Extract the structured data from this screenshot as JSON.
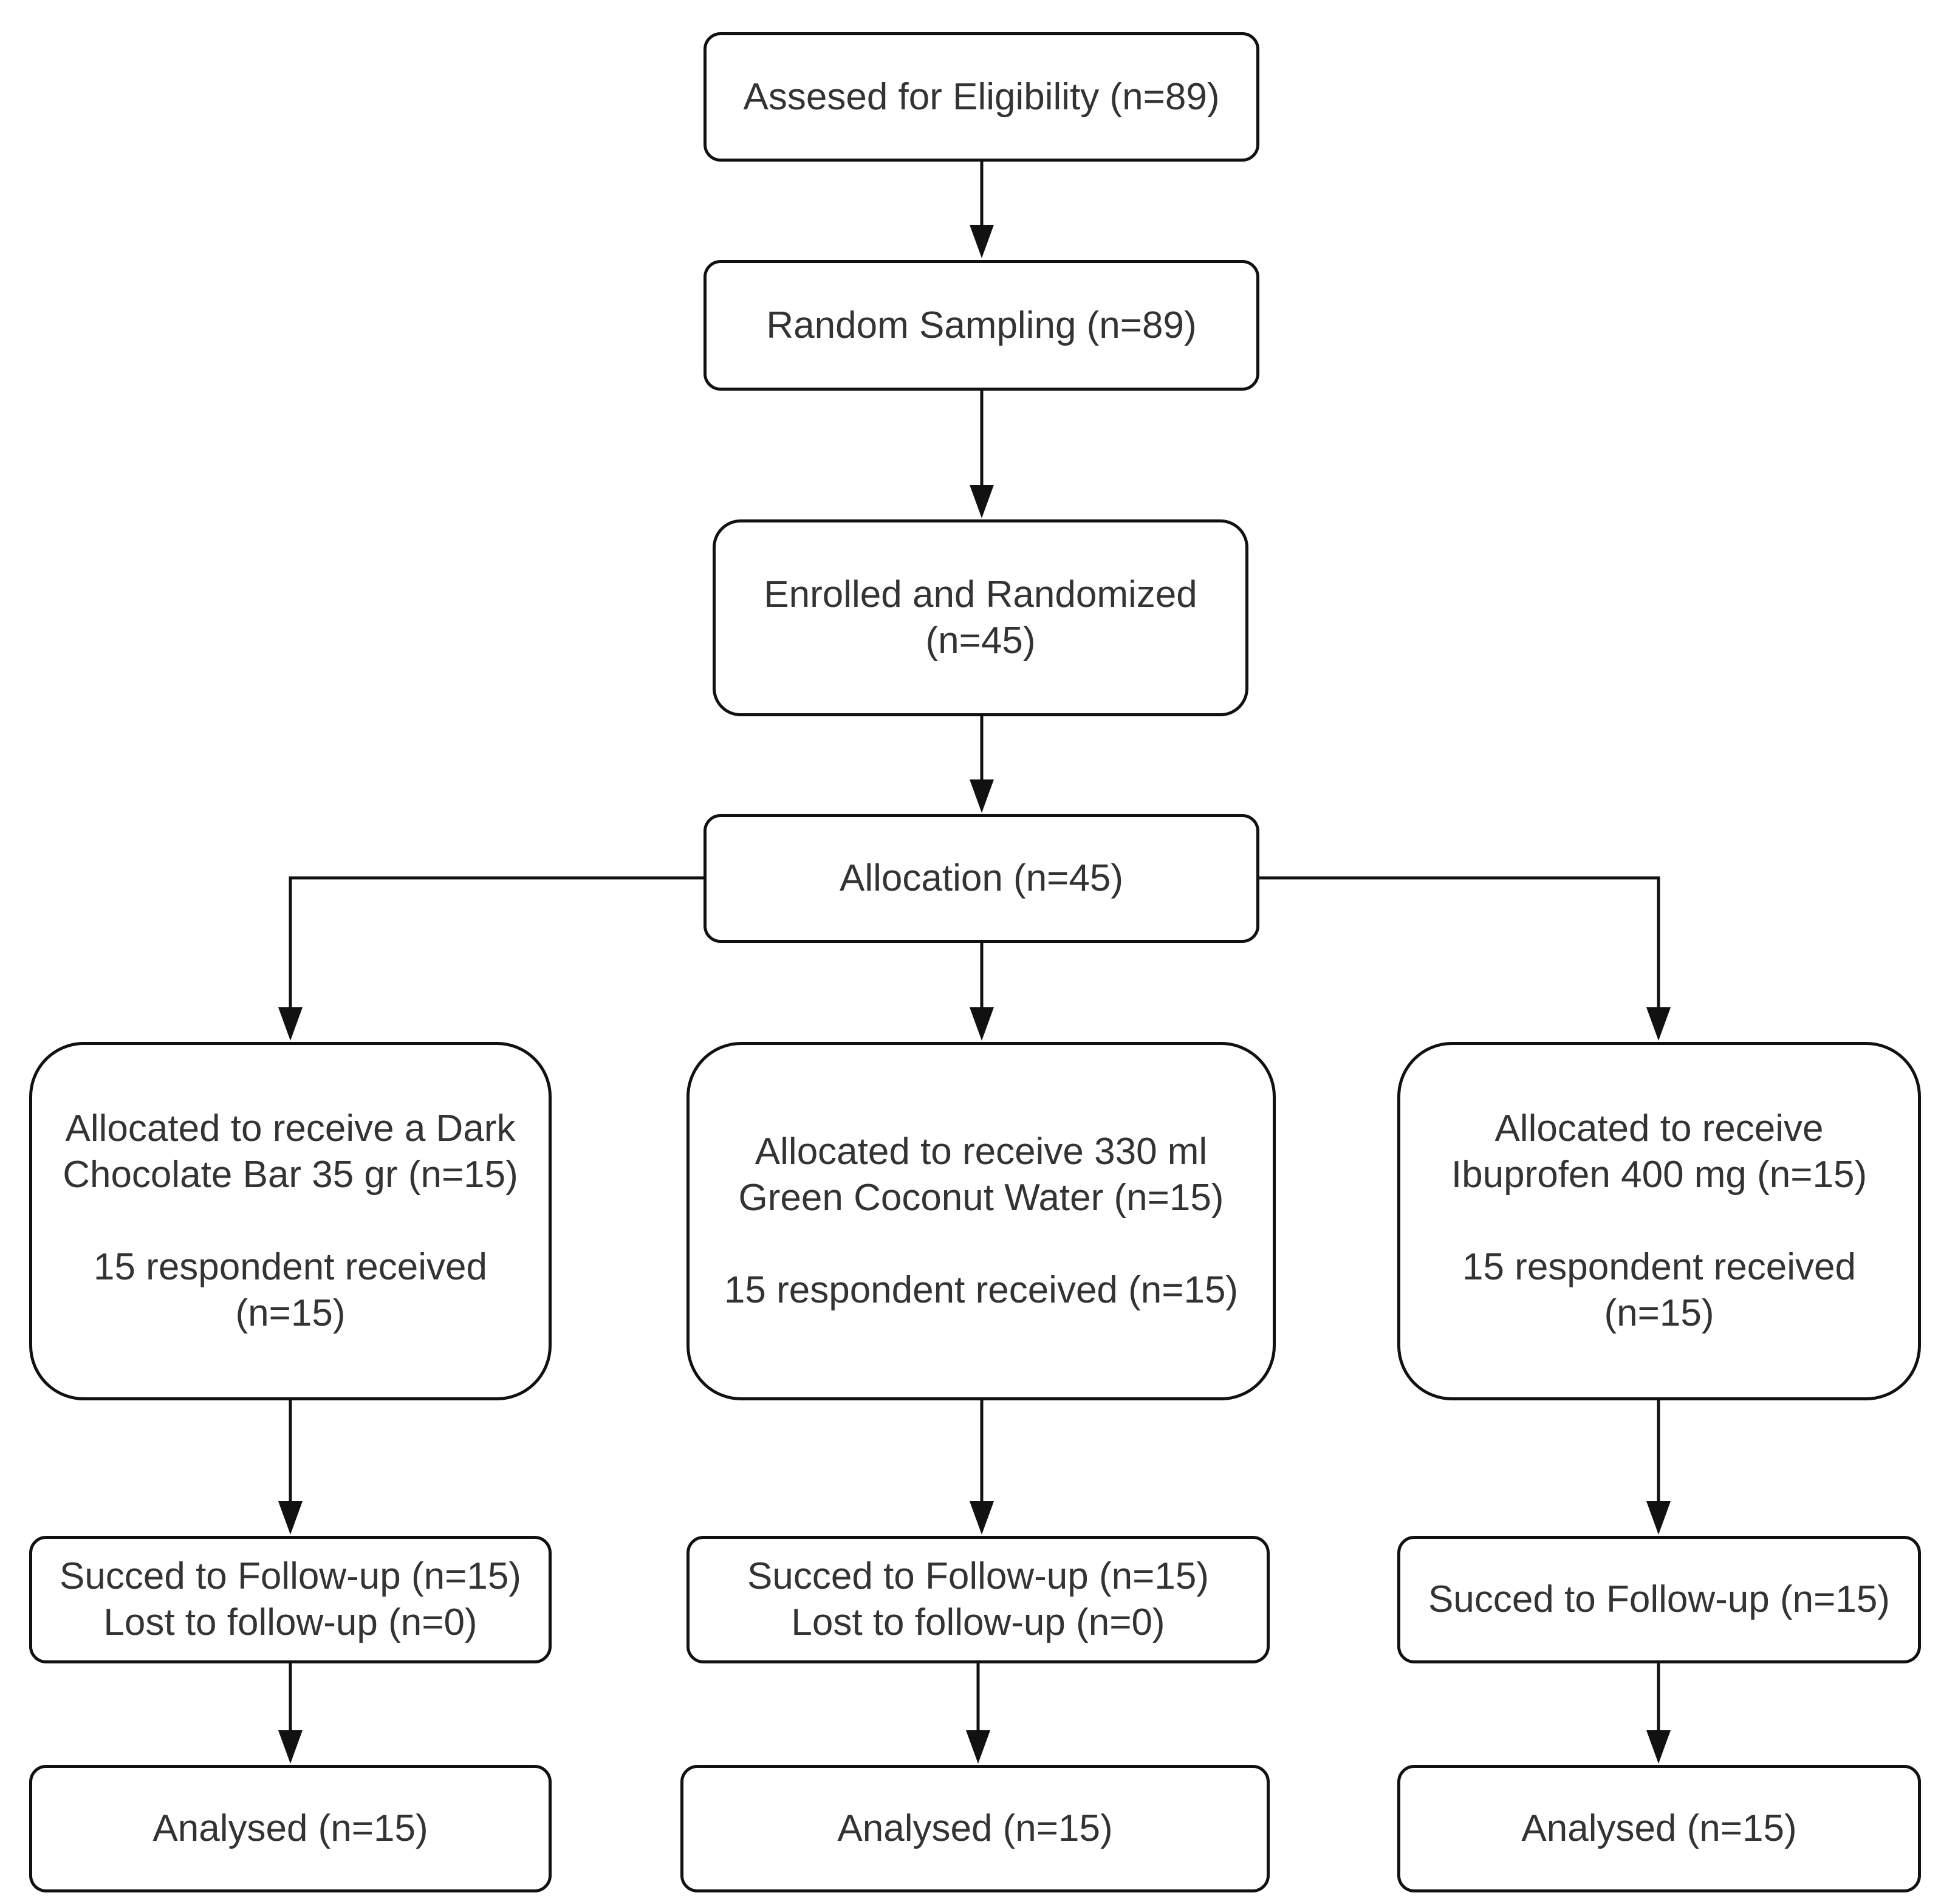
{
  "flowchart": {
    "eligibility": {
      "text": "Assesed for Eligibility (n=89)"
    },
    "random_sampling": {
      "text": "Random Sampling (n=89)"
    },
    "enrolled": {
      "line1": "Enrolled and Randomized",
      "line2": "(n=45)"
    },
    "allocation": {
      "text": "Allocation (n=45)"
    },
    "arm_chocolate": {
      "alloc_line1": "Allocated to receive a Dark",
      "alloc_line2": "Chocolate Bar 35 gr (n=15)",
      "received_line1": "15 respondent received",
      "received_line2": "(n=15)",
      "followup_line1": "Succed to Follow-up (n=15)",
      "followup_line2": "Lost to follow-up (n=0)",
      "analysed": "Analysed (n=15)"
    },
    "arm_coconut": {
      "alloc_line1": "Allocated to receive 330 ml",
      "alloc_line2": "Green Coconut Water (n=15)",
      "received_line1": "15 respondent received  (n=15)",
      "followup_line1": "Succed to Follow-up (n=15)",
      "followup_line2": "Lost to follow-up (n=0)",
      "analysed": "Analysed (n=15)"
    },
    "arm_ibuprofen": {
      "alloc_line1": "Allocated to receive",
      "alloc_line2": "Ibuprofen 400 mg (n=15)",
      "received_line1": "15 respondent received",
      "received_line2": "(n=15)",
      "followup_line1": "Succed to Follow-up (n=15)",
      "analysed": "Analysed (n=15)"
    }
  },
  "colors": {
    "stroke": "#111111",
    "text": "#333333",
    "background": "#ffffff"
  }
}
